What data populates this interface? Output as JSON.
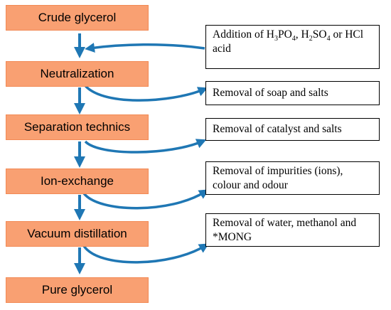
{
  "steps": [
    {
      "id": "crude",
      "label": "Crude glycerol"
    },
    {
      "id": "neutralization",
      "label": "Neutralization"
    },
    {
      "id": "separation",
      "label": "Separation technics"
    },
    {
      "id": "ion-exchange",
      "label": "Ion-exchange"
    },
    {
      "id": "vacuum",
      "label": "Vacuum distillation"
    },
    {
      "id": "pure",
      "label": "Pure glycerol"
    }
  ],
  "notes": {
    "acid_prefix": "Addition of H",
    "acid_sub1": "3",
    "acid_mid1": "PO",
    "acid_sub2": "4",
    "acid_mid2": ", H",
    "acid_sub3": "2",
    "acid_mid3": "SO",
    "acid_sub4": "4",
    "acid_suffix": " or HCl acid",
    "soap": "Removal of soap and salts",
    "catalyst": "Removal of catalyst and salts",
    "impurities": "Removal of impurities (ions), colour and odour",
    "water": "Removal of water, methanol and *MONG"
  },
  "colors": {
    "step_fill": "#f9a072",
    "arrow": "#1f77b4"
  }
}
